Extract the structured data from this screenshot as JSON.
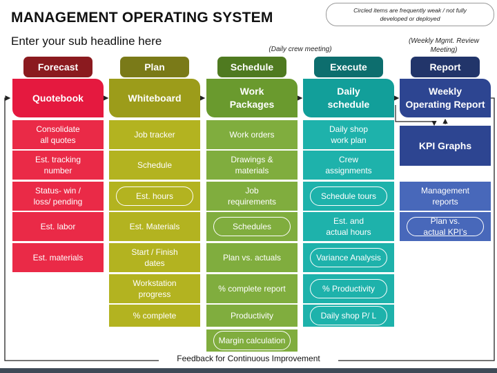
{
  "title": "MANAGEMENT OPERATING SYSTEM",
  "subtitle": "Enter your sub headline here",
  "legend_note": "Circled items are frequently weak / not fully developed or deployed",
  "notes": {
    "schedule": "(Daily crew meeting)",
    "report": "(Weekly Mgmt. Review Meeting)"
  },
  "feedback": "Feedback for Continuous Improvement",
  "colors": {
    "forecast_phase": "#8b1a1f",
    "forecast_tool": "#e5193f",
    "forecast_cell": "#ea2a47",
    "plan_phase": "#7a7a18",
    "plan_tool": "#9c9c1a",
    "plan_cell": "#b3b320",
    "schedule_phase": "#4f7a20",
    "schedule_tool": "#6a9a2e",
    "schedule_cell": "#80ad3e",
    "execute_phase": "#0d6e6e",
    "execute_tool": "#129f9a",
    "execute_cell": "#1eb2ab",
    "report_phase": "#22356a",
    "report_tool": "#2d4591",
    "report_cell": "#4868ba"
  },
  "columns": [
    {
      "id": "forecast",
      "phase": "Forecast",
      "tool": [
        "Quotebook"
      ],
      "items": [
        {
          "lines": [
            "Consolidate",
            "all quotes"
          ],
          "circled": false
        },
        {
          "lines": [
            "Est. tracking",
            "number"
          ],
          "circled": false
        },
        {
          "lines": [
            "Status- win /",
            "loss/ pending"
          ],
          "circled": false
        },
        {
          "lines": [
            "Est. labor"
          ],
          "circled": false
        },
        {
          "lines": [
            "Est. materials"
          ],
          "circled": false
        }
      ]
    },
    {
      "id": "plan",
      "phase": "Plan",
      "tool": [
        "Whiteboard"
      ],
      "items": [
        {
          "lines": [
            "Job tracker"
          ],
          "circled": false
        },
        {
          "lines": [
            "Schedule"
          ],
          "circled": false
        },
        {
          "lines": [
            "Est. hours"
          ],
          "circled": true
        },
        {
          "lines": [
            "Est. Materials"
          ],
          "circled": false
        },
        {
          "lines": [
            "Start / Finish",
            "dates"
          ],
          "circled": false
        },
        {
          "lines": [
            "Workstation",
            "progress"
          ],
          "circled": false
        },
        {
          "lines": [
            "% complete"
          ],
          "circled": false
        }
      ]
    },
    {
      "id": "schedule",
      "phase": "Schedule",
      "tool": [
        "Work",
        "Packages"
      ],
      "items": [
        {
          "lines": [
            "Work orders"
          ],
          "circled": false
        },
        {
          "lines": [
            "Drawings &",
            "materials"
          ],
          "circled": false
        },
        {
          "lines": [
            "Job",
            "requirements"
          ],
          "circled": false
        },
        {
          "lines": [
            "Schedules"
          ],
          "circled": true
        },
        {
          "lines": [
            "Plan vs. actuals"
          ],
          "circled": false
        },
        {
          "lines": [
            "% complete report"
          ],
          "circled": false
        },
        {
          "lines": [
            "Productivity"
          ],
          "circled": false
        },
        {
          "lines": [
            "Margin calculation"
          ],
          "circled": true
        }
      ]
    },
    {
      "id": "execute",
      "phase": "Execute",
      "tool": [
        "Daily",
        "schedule"
      ],
      "items": [
        {
          "lines": [
            "Daily shop",
            "work plan"
          ],
          "circled": false
        },
        {
          "lines": [
            "Crew",
            "assignments"
          ],
          "circled": false
        },
        {
          "lines": [
            "Schedule tours"
          ],
          "circled": true
        },
        {
          "lines": [
            "Est. and",
            "actual hours"
          ],
          "circled": false
        },
        {
          "lines": [
            "Variance Analysis"
          ],
          "circled": true
        },
        {
          "lines": [
            "% Productivity"
          ],
          "circled": true
        },
        {
          "lines": [
            "Daily shop P/ L"
          ],
          "circled": true
        }
      ]
    },
    {
      "id": "report",
      "phase": "Report",
      "tool": [
        "Weekly",
        "Operating Report"
      ],
      "kpi": "KPI Graphs",
      "items": [
        {
          "lines": [
            "Management",
            "reports"
          ],
          "circled": false
        },
        {
          "lines": [
            "Plan vs.",
            "actual KPI’s"
          ],
          "circled": true
        }
      ]
    }
  ]
}
